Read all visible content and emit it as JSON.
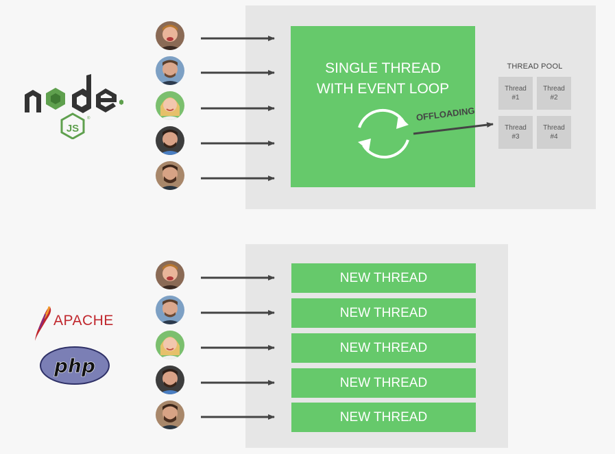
{
  "event_loop": {
    "title_line1": "SINGLE THREAD",
    "title_line2": "WITH EVENT LOOP",
    "offload_label": "OFFLOADING"
  },
  "thread_pool": {
    "title": "THREAD POOL",
    "cells": [
      {
        "line1": "Thread",
        "line2": "#1"
      },
      {
        "line1": "Thread",
        "line2": "#2"
      },
      {
        "line1": "Thread",
        "line2": "#3"
      },
      {
        "line1": "Thread",
        "line2": "#4"
      }
    ]
  },
  "new_threads": [
    "NEW THREAD",
    "NEW THREAD",
    "NEW THREAD",
    "NEW THREAD",
    "NEW THREAD"
  ],
  "logos": {
    "node": "node-js-logo",
    "apache": "APACHE",
    "php": "php"
  },
  "colors": {
    "green": "#66c96b",
    "panel": "#e6e6e6",
    "arrow": "#444444",
    "apache_red": "#c0272d",
    "php_purple": "#7b7fb5",
    "node_dark": "#333333",
    "node_green": "#5fa04e"
  },
  "users": [
    "user-1",
    "user-2",
    "user-3",
    "user-4",
    "user-5"
  ]
}
